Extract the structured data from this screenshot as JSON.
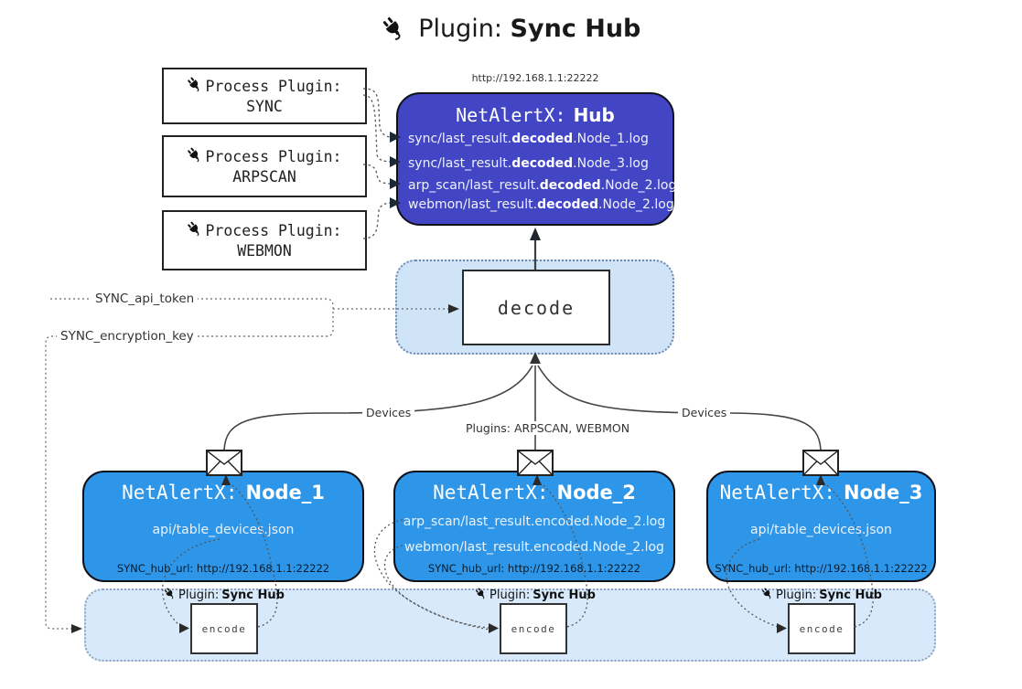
{
  "colors": {
    "hub-fill": "#4245c4",
    "node-fill": "#2e96e8",
    "panel-fill": "#cfe4f7",
    "strip-fill": "#d7e9fa"
  },
  "title": {
    "label": "Plugin:",
    "name": "Sync Hub"
  },
  "process_plugins": [
    {
      "label": "Process Plugin:",
      "name": "SYNC"
    },
    {
      "label": "Process Plugin:",
      "name": "ARPSCAN"
    },
    {
      "label": "Process Plugin:",
      "name": "WEBMON"
    }
  ],
  "hub": {
    "url": "http://192.168.1.1:22222",
    "title_label": "NetAlertX:",
    "title_name": "Hub",
    "files": [
      {
        "pre": "sync/last_result.",
        "bold": "decoded",
        "post": ".Node_1.log"
      },
      {
        "pre": "sync/last_result.",
        "bold": "decoded",
        "post": ".Node_3.log"
      },
      {
        "pre": "arp_scan/last_result.",
        "bold": "decoded",
        "post": ".Node_2.log"
      },
      {
        "pre": "webmon/last_result.",
        "bold": "decoded",
        "post": ".Node_2.log"
      }
    ]
  },
  "decode": {
    "label": "decode"
  },
  "secrets": {
    "api_token": "SYNC_api_token",
    "encryption_key": "SYNC_encryption_key"
  },
  "edge_labels": {
    "devices_left": "Devices",
    "plugins_center": "Plugins: ARPSCAN, WEBMON",
    "devices_right": "Devices"
  },
  "nodes": [
    {
      "title_label": "NetAlertX:",
      "title_name": "Node_1",
      "files": [
        "api/table_devices.json"
      ],
      "hub_url": "SYNC_hub_url: http://192.168.1.1:22222"
    },
    {
      "title_label": "NetAlertX:",
      "title_name": "Node_2",
      "files": [
        "arp_scan/last_result.encoded.Node_2.log",
        "webmon/last_result.encoded.Node_2.log"
      ],
      "hub_url": "SYNC_hub_url: http://192.168.1.1:22222"
    },
    {
      "title_label": "NetAlertX:",
      "title_name": "Node_3",
      "files": [
        "api/table_devices.json"
      ],
      "hub_url": "SYNC_hub_url: http://192.168.1.1:22222"
    }
  ],
  "encode_sections": [
    {
      "label": "Plugin:",
      "name": "Sync Hub",
      "box": "encode"
    },
    {
      "label": "Plugin:",
      "name": "Sync Hub",
      "box": "encode"
    },
    {
      "label": "Plugin:",
      "name": "Sync Hub",
      "box": "encode"
    }
  ]
}
